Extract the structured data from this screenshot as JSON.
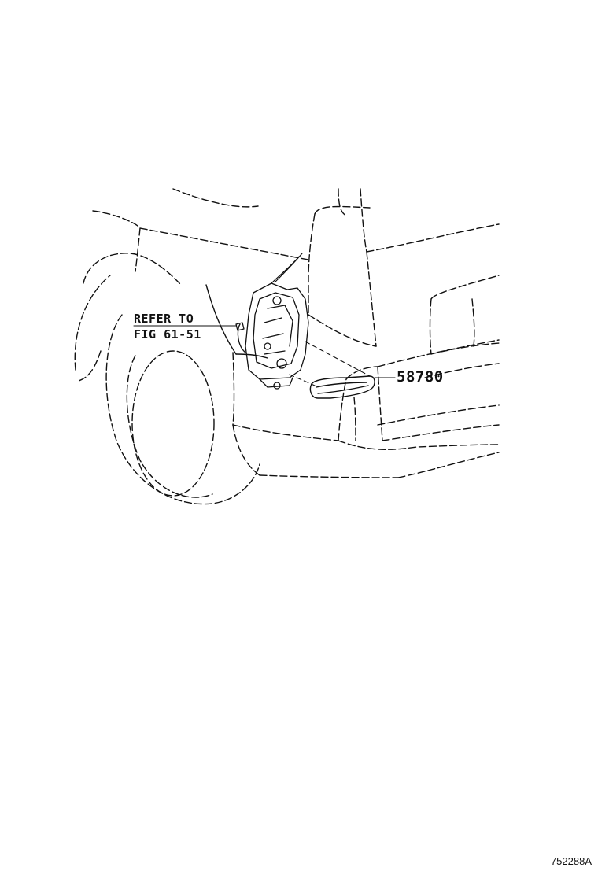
{
  "reference": {
    "line1": "REFER TO",
    "line2": "FIG 61-51"
  },
  "part_number": "58780",
  "illustration_id": "752288A",
  "colors": {
    "ink": "#111111",
    "background": "#ffffff"
  }
}
